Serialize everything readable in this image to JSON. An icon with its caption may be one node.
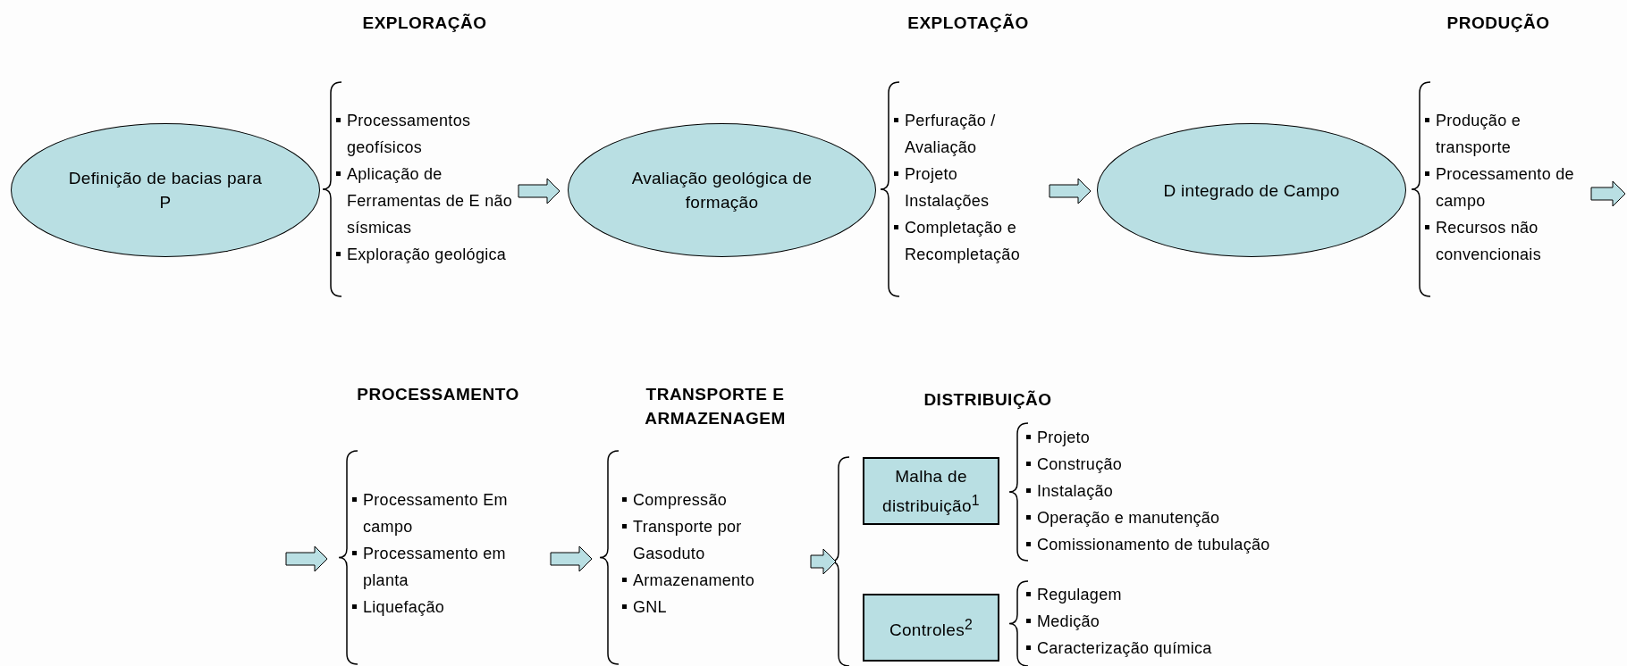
{
  "diagram": {
    "nodes": [
      {
        "text": [
          "Definição de bacias para P"
        ]
      },
      {
        "text": [
          "Processamentos geofísicos",
          "Aplicação de Ferramentas de E não sísmicas",
          "Exploração geológica"
        ]
      },
      {
        "text": [
          "Avaliação geológica de formação"
        ]
      },
      {
        "text": [
          "Perfuração / Avaliação",
          "Projeto Instalações",
          "Completação e Recompletação"
        ]
      },
      {
        "text": [
          "D integrado de Campo"
        ]
      },
      {
        "text": [
          "Produção e transporte",
          "Processamento de campo",
          "Recursos não convencionais"
        ]
      },
      {
        "text": [
          "Processamento Em campo",
          "Processamento em planta",
          "Liquefação"
        ]
      },
      {
        "text": [
          "Compressão",
          "Transporte por Gasoduto",
          "Armazenamento",
          "GNL"
        ]
      },
      {
        "text": [
          "Malha de distribuição$^{1}$"
        ]
      },
      {
        "text": [
          "Projeto",
          "Construção",
          "Instalação",
          "Operação e manutenção",
          "Comissionamento de tubulação"
        ]
      },
      {
        "text": [
          "Controles$^{2}$"
        ]
      },
      {
        "text": [
          "Regulagem",
          "Medição",
          "Caracterização química"
        ]
      }
    ],
    "edges": [
      {
        "from": 1,
        "to": 2,
        "arrow": "to"
      },
      {
        "from": 3,
        "to": 4,
        "arrow": "to"
      },
      {
        "from": 5,
        "to": null,
        "arrow": "to"
      },
      {
        "from": null,
        "to": 6,
        "arrow": "to"
      },
      {
        "from": 6,
        "to": 7,
        "arrow": "to"
      },
      {
        "from": 7,
        "to": 8,
        "arrow": "to"
      },
      {
        "from": 7,
        "to": 10,
        "arrow": "to"
      }
    ],
    "labels": [
      "EXPLORAÇÃO",
      "EXPLOTAÇÃO",
      "PRODUÇÃO",
      "PROCESSAMENTO",
      "TRANSPORTE E ARMAZENAGEM",
      "DISTRIBUIÇÃO"
    ]
  }
}
